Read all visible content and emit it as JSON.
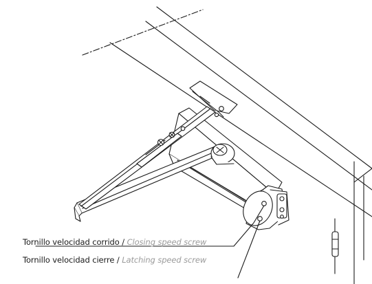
{
  "callouts": {
    "closing": {
      "es": "Tornillo velocidad corrido",
      "sep": " / ",
      "en": "Closing speed screw"
    },
    "latching": {
      "es": "Tornillo velocidad cierre",
      "sep": " / ",
      "en": "Latching speed screw"
    }
  },
  "colors": {
    "line": "#1a1a1a",
    "label_text": "#1a1a1a",
    "label_italic": "#9a9a9a",
    "background": "#ffffff"
  }
}
